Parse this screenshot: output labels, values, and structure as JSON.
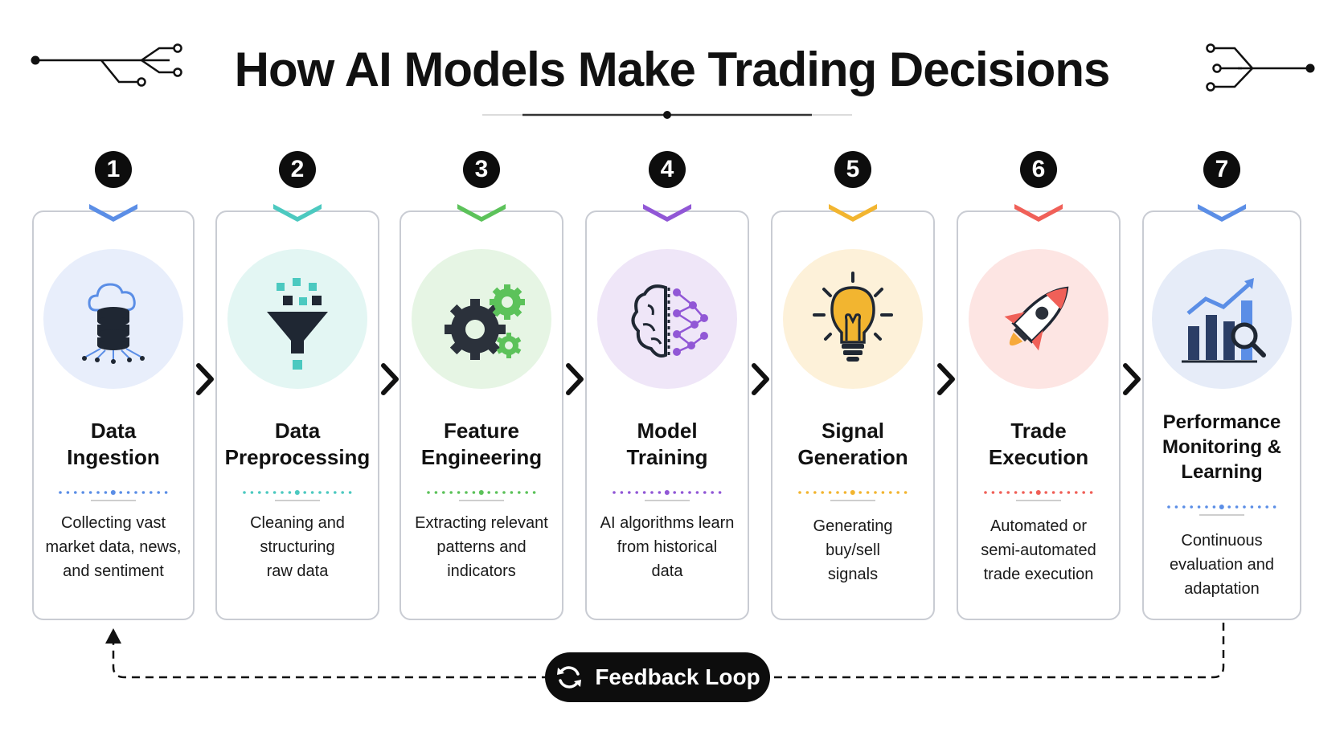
{
  "title": "How AI Models Make Trading Decisions",
  "feedback_label": "Feedback Loop",
  "steps": [
    {
      "number": "1",
      "title": "Data\nIngestion",
      "description": "Collecting vast\nmarket data, news,\nand sentiment",
      "accent": "#5b8ee6",
      "tint": "#e8eefb",
      "icon": "cloud-database-icon"
    },
    {
      "number": "2",
      "title": "Data\nPreprocessing",
      "description": "Cleaning and\nstructuring\nraw data",
      "accent": "#4cc9c0",
      "tint": "#e3f6f3",
      "icon": "funnel-icon"
    },
    {
      "number": "3",
      "title": "Feature\nEngineering",
      "description": "Extracting relevant\npatterns and\nindicators",
      "accent": "#5cc25a",
      "tint": "#e6f5e4",
      "icon": "gears-icon"
    },
    {
      "number": "4",
      "title": "Model\nTraining",
      "description": "AI algorithms learn\nfrom historical\ndata",
      "accent": "#9157d6",
      "tint": "#efe6f8",
      "icon": "brain-network-icon"
    },
    {
      "number": "5",
      "title": "Signal\nGeneration",
      "description": "Generating\nbuy/sell\nsignals",
      "accent": "#f2b530",
      "tint": "#fdf1d9",
      "icon": "lightbulb-icon"
    },
    {
      "number": "6",
      "title": "Trade\nExecution",
      "description": "Automated or\nsemi-automated\ntrade execution",
      "accent": "#f06058",
      "tint": "#fde5e3",
      "icon": "rocket-icon"
    },
    {
      "number": "7",
      "title": "Performance\nMonitoring &\nLearning",
      "description": "Continuous\nevaluation and\nadaptation",
      "accent": "#5b8ee6",
      "tint": "#e6ecf8",
      "icon": "growth-chart-icon"
    }
  ]
}
